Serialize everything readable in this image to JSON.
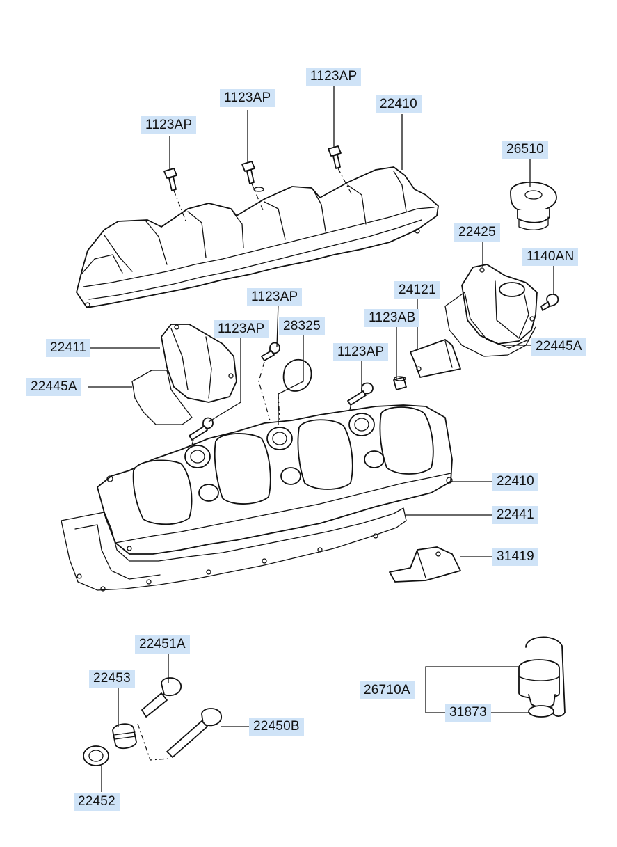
{
  "labels": {
    "l_1123ap_a": "1123AP",
    "l_1123ap_b": "1123AP",
    "l_1123ap_c": "1123AP",
    "l_22410_top": "22410",
    "l_26510": "26510",
    "l_22425": "22425",
    "l_1140an": "1140AN",
    "l_24121": "24121",
    "l_1123ap_d": "1123AP",
    "l_28325": "28325",
    "l_1123ab": "1123AB",
    "l_22411": "22411",
    "l_22445a_left": "22445A",
    "l_22445a_right": "22445A",
    "l_1123ap_e": "1123AP",
    "l_22410_mid": "22410",
    "l_22441": "22441",
    "l_31419": "31419",
    "l_22451a": "22451A",
    "l_22453": "22453",
    "l_22450b": "22450B",
    "l_22452": "22452",
    "l_26710a": "26710A",
    "l_31873": "31873"
  },
  "colors": {
    "label_bg": "#cfe3f7",
    "line": "#111111"
  }
}
